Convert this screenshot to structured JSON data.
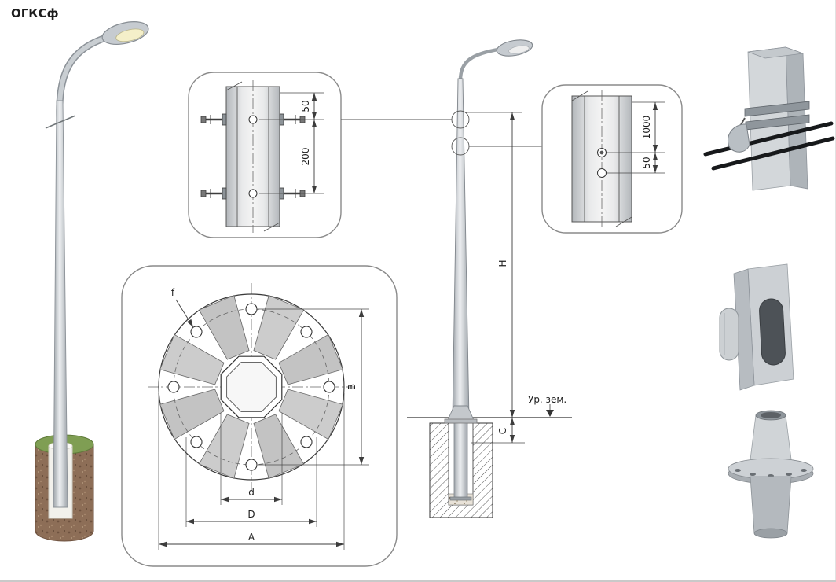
{
  "title": "ОГКСф",
  "views": {
    "clamp_detail": {
      "dim_top": "50",
      "dim_bottom": "200"
    },
    "hole_detail": {
      "dim_height": "1000",
      "dim_offset": "50"
    },
    "flange_detail": {
      "dim_f": "f",
      "dim_b": "B",
      "dim_d_small": "d",
      "dim_d_big": "D",
      "dim_a": "A"
    },
    "elevation": {
      "dim_h": "H",
      "dim_c": "C",
      "ground_label": "Ур. зем."
    }
  },
  "colors": {
    "pole_gray": "#d3d7da",
    "foundation_brown": "#8d6e57",
    "grass_green": "#7f9e53",
    "drawing_line": "#3a3a3a",
    "cable_black": "#17191b"
  }
}
